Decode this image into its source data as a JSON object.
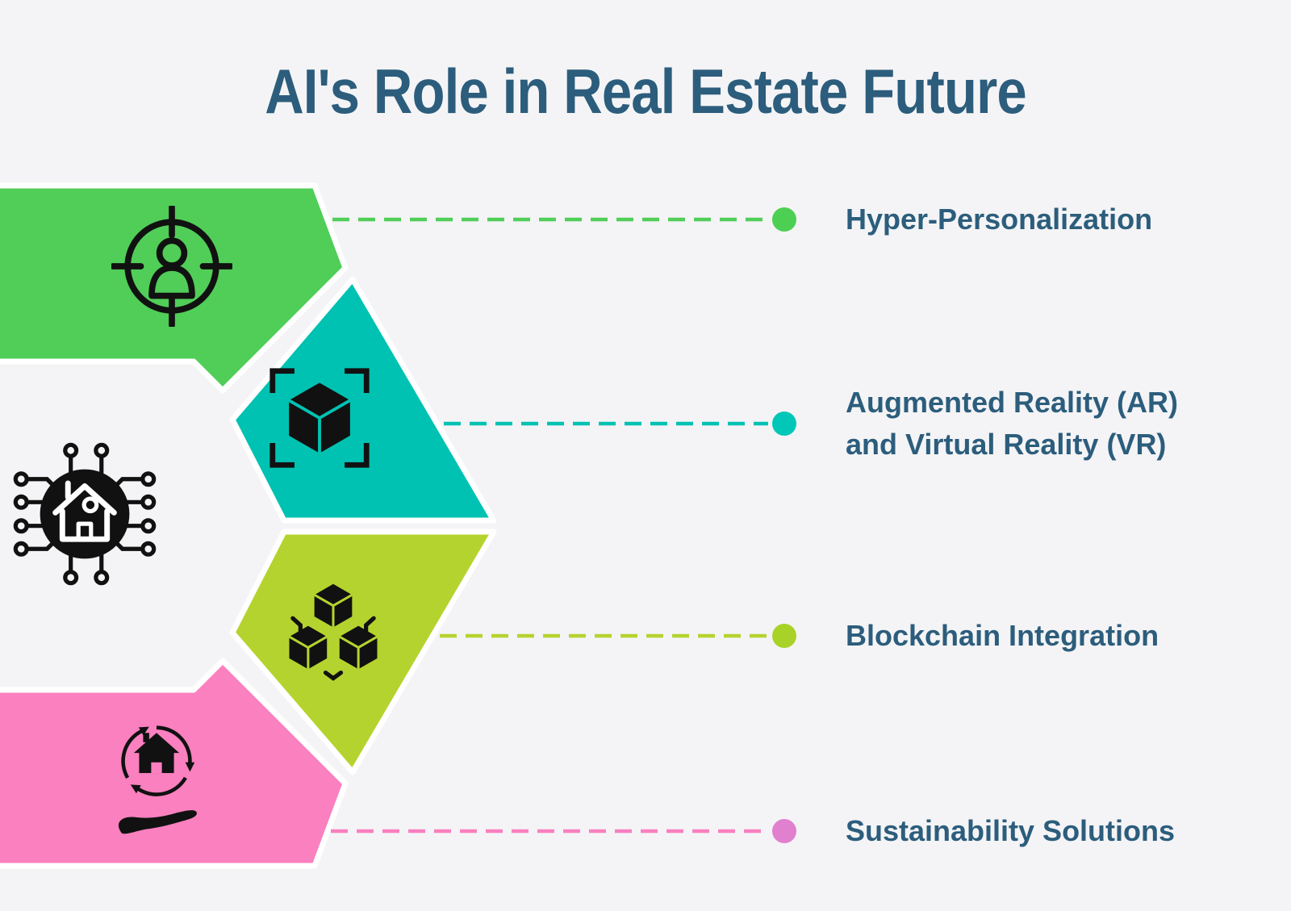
{
  "title": "AI's Role in Real Estate Future",
  "colors": {
    "background": "#f4f4f6",
    "text": "#2c5d7c",
    "icon_black": "#111111",
    "shape_outline": "#ffffff"
  },
  "center_icon": {
    "name": "smart-home-ai-icon"
  },
  "items": [
    {
      "label": "Hyper-Personalization",
      "color": "#50ce58",
      "dot_color": "#4ccf52",
      "icon": "person-target-icon"
    },
    {
      "label": "Augmented Reality (AR) and Virtual Reality (VR)",
      "color": "#00c2b2",
      "dot_color": "#00c7b8",
      "icon": "ar-cube-icon"
    },
    {
      "label": "Blockchain Integration",
      "color": "#b5d32e",
      "dot_color": "#a9d228",
      "icon": "blockchain-cubes-icon"
    },
    {
      "label": "Sustainability Solutions",
      "color": "#fa80bf",
      "dot_color": "#e080ce",
      "icon": "house-recycle-hand-icon"
    }
  ]
}
